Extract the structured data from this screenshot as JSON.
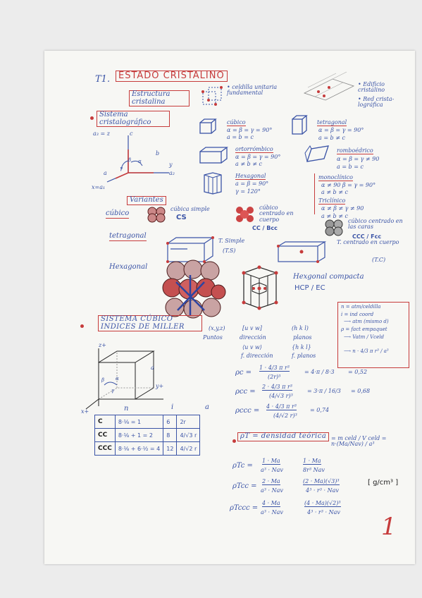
{
  "title": {
    "code": "T1.",
    "text": "ESTADO CRISTALINO"
  },
  "top": {
    "estructura": "Estructura cristalina",
    "celdilla": "• celdilla unitaria fundamental",
    "edificio": "• Edificio cristalino",
    "red": "• Red crista-lográfica"
  },
  "sistema": {
    "heading": "Sistema cristalográfico",
    "axes_eq": "a₃ = z",
    "c": "c",
    "b": "b",
    "a": "a",
    "y": "y",
    "a2": "a₂",
    "x": "x=a₁",
    "alpha": "α",
    "beta": "β",
    "gamma": "γ",
    "systems": [
      {
        "name": "cúbico",
        "l1": "α = β = γ = 90°",
        "l2": "a = b = c"
      },
      {
        "name": "tetragonal",
        "l1": "α = β = γ = 90°",
        "l2": "a = b ≠ c"
      },
      {
        "name": "ortorrómbico",
        "l1": "α = β = γ = 90°",
        "l2": "a ≠ b ≠ c"
      },
      {
        "name": "romboédrico",
        "l1": "α = β = γ ≠ 90",
        "l2": "a = b = c"
      },
      {
        "name": "Hexagonal",
        "l1": "a = β = 90°",
        "l2": "γ = 120°"
      },
      {
        "name": "monoclínico",
        "l1": "α ≠ 90  β = γ = 90°",
        "l2": "a ≠ b ≠ c"
      },
      {
        "name": "Triclínico",
        "l1": "α ≠ β ≠ γ ≠ 90",
        "l2": "a ≠ b ≠ c"
      }
    ]
  },
  "variantes": {
    "heading": "Variantes",
    "cubico": "cúbico",
    "cs_label": "cúbica simple",
    "cs": "CS",
    "bcc_label": "cúbico centrado en cuerpo",
    "bcc": "CC / Bcc",
    "fcc_label": "cúbico centrado en las caras",
    "fcc": "CCC / Fcc",
    "tetragonal": "tetragonal",
    "ts_label": "T. Simple",
    "ts": "(T.S)",
    "tc_label": "T. centrado en cuerpo",
    "tc": "(T.C)",
    "hexagonal": "Hexagonal",
    "hcp_label": "Hexgonal compacta",
    "hcp": "HCP / EC"
  },
  "legend": [
    "n = atm/celdilla",
    "i = ind coord",
    "⟶ atm (mismo d)",
    "ρ = fact empaquet",
    "⟶ Vatm / Vceld",
    "⟶ n · 4/3 π r³ / a³"
  ],
  "miller": {
    "heading": "SISTEMA CÚBICO INDICES DE MILLER",
    "c1": "(x,y,z)",
    "c1b": "Puntos",
    "c2": "[u v w]",
    "c2b": "dirección",
    "c2c": "⟨u v w⟩",
    "c2d": "f. dirección",
    "c3": "(h k l)",
    "c3b": "planos",
    "c3c": "{h k l}",
    "c3d": "f. planos",
    "zp": "z+",
    "yp": "y+",
    "xp": "x+",
    "a": "a",
    "beta": "β",
    "alpha": "α",
    "gamma": "γ"
  },
  "table": {
    "headers": [
      "n",
      "i",
      "a"
    ],
    "rows": [
      {
        "name": "C",
        "n": "8·⅛ = 1",
        "i": "6",
        "a": "2r"
      },
      {
        "name": "CC",
        "n": "8·⅛ + 1 = 2",
        "i": "8",
        "a": "4/√3 r"
      },
      {
        "name": "CCC",
        "n": "8·⅛ + 6·½ = 4",
        "i": "12",
        "a": "4/√2 r"
      }
    ]
  },
  "packing": [
    {
      "lhs": "ρc =",
      "num": "1 · 4/3 π r³",
      "den": "(2r)³",
      "mid": "= 4·π / 8·3",
      "res": "= 0,52"
    },
    {
      "lhs": "ρcc =",
      "num": "2 · 4/3 π r³",
      "den": "(4/√3 r)³",
      "mid": "= 3·π / 16/3",
      "res": "= 0,68"
    },
    {
      "lhs": "ρccc =",
      "num": "4 · 4/3 π r³",
      "den": "(4/√2 r)³",
      "res": "= 0,74"
    }
  ],
  "density": {
    "label": "ρT = densidad teórica",
    "eq": "= m celd / V celd = n·(Ma/Nav) / a³",
    "rows": [
      {
        "lhs": "ρTc =",
        "f1n": "1 · Ma",
        "f1d": "a³ · Nav",
        "f2n": "1 · Ma",
        "f2d": "8r³ Nav"
      },
      {
        "lhs": "ρTcc =",
        "f1n": "2 · Ma",
        "f1d": "a³ · Nav",
        "f2n": "(2 · Ma)(√3)³",
        "f2d": "4³ · r³ · Nav"
      },
      {
        "lhs": "ρTccc =",
        "f1n": "4 · Ma",
        "f1d": "a³ · Nav",
        "f2n": "(4 · Ma)(√2)³",
        "f2d": "4³ · r³ · Nav"
      }
    ],
    "units": "[ g/cm³ ]"
  },
  "page_number": "1",
  "colors": {
    "ink_blue": "#3a53a6",
    "ink_red": "#c63b3b",
    "paper": "#f7f7f4"
  }
}
